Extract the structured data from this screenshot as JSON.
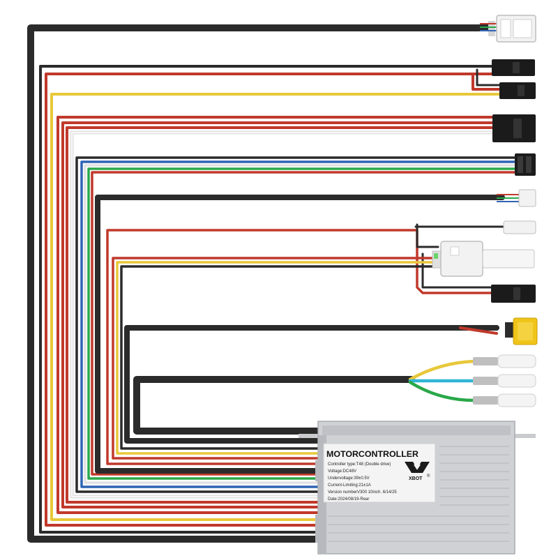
{
  "label": {
    "title": "MOTORCONTROLLER",
    "lines": [
      "Controller type:T48 (Double drive)",
      "Voltage:DC48V",
      "Undervoltage:39±0.5V",
      "Current-Limiting:21±1A",
      "Version numberV300 10inch. 6/14/25",
      "Date:2024/08/19-Rear"
    ],
    "brand": "XBOT",
    "registered": "®"
  },
  "colors": {
    "black_wire": "#2b2b2b",
    "red_wire": "#c0392b",
    "yellow_wire": "#e8c83a",
    "white_wire": "#ededed",
    "blue_wire": "#2f64b4",
    "green_wire": "#2aa84a",
    "cyan_wire": "#2fb6d6",
    "connector_black": "#1b1b1b",
    "connector_white": "#f2f2f2",
    "xt60_yellow": "#f0c419",
    "housing": "#c9cbcf"
  },
  "icons": {
    "logo": "xbot-logo-icon"
  }
}
